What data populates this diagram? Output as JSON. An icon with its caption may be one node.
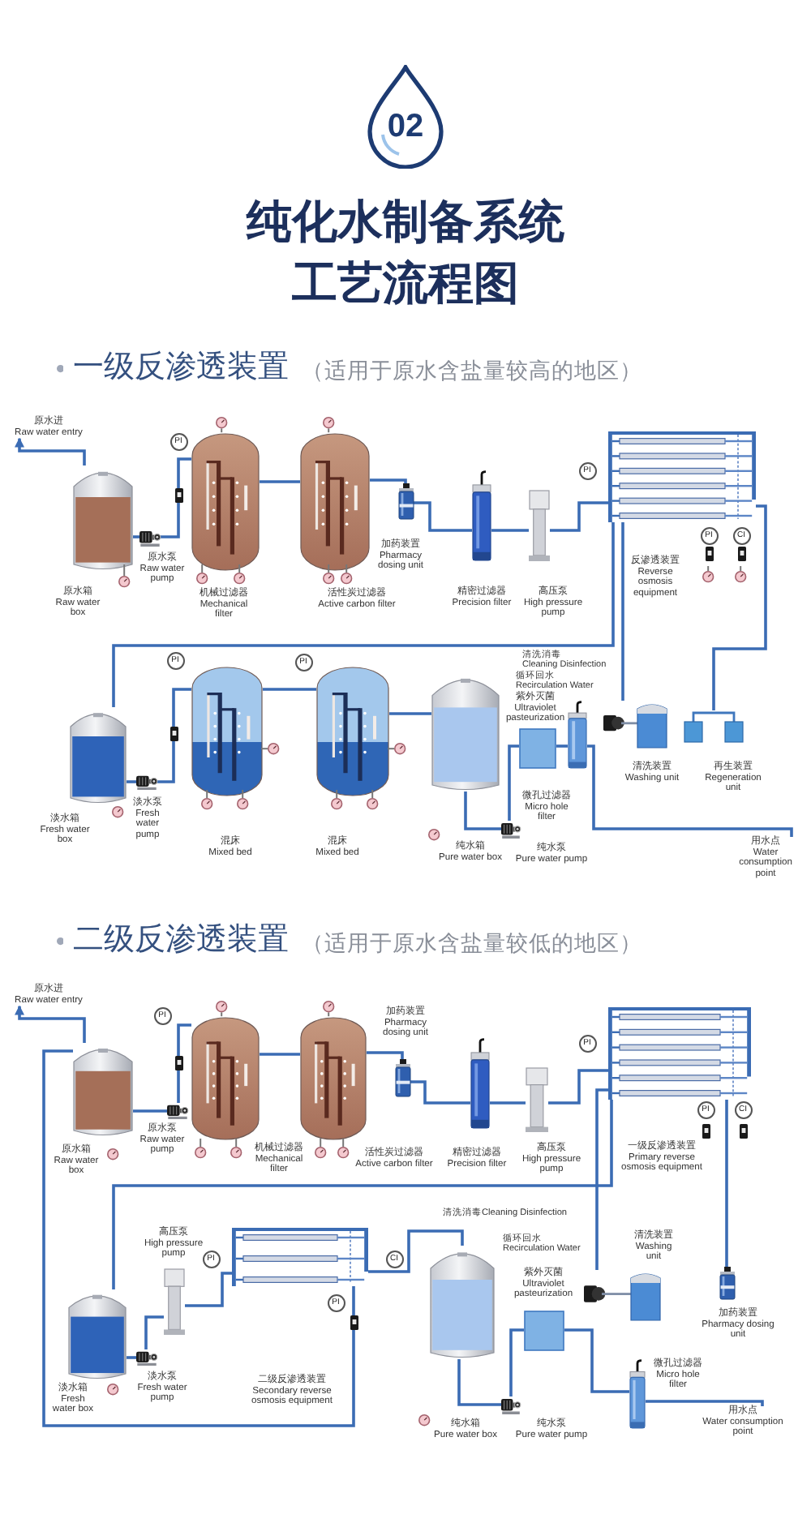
{
  "diagram": {
    "title": "纯化水制备系统工艺流程图",
    "nodes": [
      {
        "text": [
          "02"
        ]
      },
      {
        "text": [
          "原水进",
          "Raw water entry"
        ]
      },
      {
        "text": [],
        "shape": "picture",
        "beside": [
          "原水箱",
          "Raw water box"
        ]
      },
      {
        "text": [],
        "shape": "picture",
        "beside": [
          "原水泵",
          "Raw water pump"
        ]
      },
      {
        "text": [
          "PI"
        ]
      },
      {
        "text": [],
        "shape": "picture",
        "beside": [
          "机械过滤器",
          "Mechanical filter"
        ]
      },
      {
        "text": [],
        "shape": "picture",
        "beside": [
          "活性炭过滤器",
          "Active carbon filter"
        ]
      },
      {
        "text": [],
        "shape": "picture",
        "beside": [
          "加药装置",
          "Pharmacy dosing unit"
        ]
      },
      {
        "text": [],
        "shape": "picture",
        "beside": [
          "精密过滤器",
          "Precision filter"
        ]
      },
      {
        "text": [],
        "shape": "picture",
        "beside": [
          "高压泵",
          "High pressure pump"
        ]
      },
      {
        "text": [
          "PI"
        ]
      },
      {
        "text": [],
        "shape": "picture",
        "beside": [
          "反渗透装置",
          "Reverse osmosis equipment"
        ]
      },
      {
        "text": [
          "PI"
        ]
      },
      {
        "text": [
          "CI"
        ]
      },
      {
        "text": [
          "PI"
        ]
      },
      {
        "text": [],
        "shape": "picture",
        "beside": [
          "淡水箱",
          "Fresh water box"
        ]
      },
      {
        "text": [],
        "shape": "picture",
        "beside": [
          "淡水泵",
          "Fresh water pump"
        ]
      },
      {
        "text": [],
        "shape": "picture",
        "beside": [
          "混床",
          "Mixed bed"
        ]
      },
      {
        "text": [
          "PI"
        ]
      },
      {
        "text": [],
        "shape": "picture",
        "beside": [
          "混床",
          "Mixed bed"
        ]
      },
      {
        "text": [],
        "shape": "picture",
        "beside": [
          "纯水箱",
          "Pure water box"
        ]
      },
      {
        "text": [],
        "shape": "box",
        "beside": [
          "紫外灭菌",
          "Ultraviolet pasteurization"
        ]
      },
      {
        "text": [],
        "shape": "picture",
        "beside": [
          "微孔过滤器",
          "Micro hole filter"
        ]
      },
      {
        "text": [],
        "shape": "picture",
        "beside": [
          "纯水泵",
          "Pure water pump"
        ]
      },
      {
        "text": [],
        "shape": "picture",
        "beside": [
          "清洗装置",
          "Washing unit"
        ]
      },
      {
        "text": [],
        "shape": "picture",
        "beside": [
          "再生装置",
          "Regeneration unit"
        ]
      },
      {
        "text": [
          "用水点",
          "Water consumption point"
        ]
      },
      {
        "text": [
          "原水进",
          "Raw water entry"
        ]
      },
      {
        "text": [],
        "shape": "picture",
        "beside": [
          "原水箱",
          "Raw water box"
        ]
      },
      {
        "text": [
          "PI"
        ]
      },
      {
        "text": [],
        "shape": "picture",
        "beside": [
          "原水泵",
          "Raw water pump"
        ]
      },
      {
        "text": [],
        "shape": "picture",
        "beside": [
          "机械过滤器",
          "Mechanical filter"
        ]
      },
      {
        "text": [],
        "shape": "picture",
        "beside": [
          "活性炭过滤器",
          "Active carbon filter"
        ]
      },
      {
        "text": [],
        "shape": "picture",
        "beside": [
          "加药装置",
          "Pharmacy dosing unit"
        ]
      },
      {
        "text": [],
        "shape": "picture",
        "beside": [
          "精密过滤器",
          "Precision filter"
        ]
      },
      {
        "text": [],
        "shape": "picture",
        "beside": [
          "高压泵",
          "High pressure pump"
        ]
      },
      {
        "text": [
          "PI"
        ]
      },
      {
        "text": [],
        "shape": "picture",
        "beside": [
          "一级反渗透装置",
          "Primary reverse osmosis equipment"
        ]
      },
      {
        "text": [
          "PI"
        ]
      },
      {
        "text": [
          "CI"
        ]
      },
      {
        "text": [],
        "shape": "picture",
        "beside": [
          "高压泵",
          "High pressure pump"
        ]
      },
      {
        "text": [
          "PI"
        ]
      },
      {
        "text": [],
        "shape": "picture",
        "beside": [
          "二级反渗透装置",
          "Secondary reverse osmosis equipment"
        ]
      },
      {
        "text": [
          "CI"
        ]
      },
      {
        "text": [
          "PI"
        ]
      },
      {
        "text": [],
        "shape": "picture",
        "beside": [
          "淡水箱",
          "Fresh water box"
        ]
      },
      {
        "text": [],
        "shape": "picture",
        "beside": [
          "淡水泵",
          "Fresh water pump"
        ]
      },
      {
        "text": [],
        "shape": "picture",
        "beside": [
          "纯水箱",
          "Pure water box"
        ]
      },
      {
        "text": [],
        "shape": "picture",
        "beside": [
          "清洗装置",
          "Washing unit"
        ]
      },
      {
        "text": [],
        "shape": "box",
        "beside": [
          "紫外灭菌",
          "Ultraviolet pasteurization"
        ]
      },
      {
        "text": [],
        "shape": "picture",
        "beside": [
          "加药装置",
          "Pharmacy dosing unit"
        ]
      },
      {
        "text": [],
        "shape": "picture",
        "beside": [
          "微孔过滤器",
          "Micro hole filter"
        ]
      },
      {
        "text": [],
        "shape": "picture",
        "beside": [
          "纯水泵",
          "Pure water pump"
        ]
      },
      {
        "text": [
          "用水点",
          "Water consumption point"
        ]
      }
    ],
    "edges": [
      {
        "from": 2,
        "to": 1,
        "arrow": "to"
      },
      {
        "from": 2,
        "to": 3,
        "arrow": "none"
      },
      {
        "from": 3,
        "to": 5,
        "arrow": "none"
      },
      {
        "from": 5,
        "to": 6,
        "arrow": "none"
      },
      {
        "from": 6,
        "to": 7,
        "arrow": "none"
      },
      {
        "from": 7,
        "to": 8,
        "arrow": "none"
      },
      {
        "from": 8,
        "to": 9,
        "arrow": "none"
      },
      {
        "from": 9,
        "to": 11,
        "arrow": "none"
      },
      {
        "from": 11,
        "to": 15,
        "arrow": "none"
      },
      {
        "from": 15,
        "to": 16,
        "arrow": "none"
      },
      {
        "from": 16,
        "to": 17,
        "arrow": "none"
      },
      {
        "from": 17,
        "to": 19,
        "arrow": "none"
      },
      {
        "from": 19,
        "to": 20,
        "arrow": "none"
      },
      {
        "from": 20,
        "to": 23,
        "arrow": "none"
      },
      {
        "from": 23,
        "to": 21,
        "arrow": "none"
      },
      {
        "from": 21,
        "to": 22,
        "arrow": "none"
      },
      {
        "from": 22,
        "to": 26,
        "arrow": "none"
      },
      {
        "from": 11,
        "to": 24,
        "arrow": "none"
      },
      {
        "from": 11,
        "to": 25,
        "arrow": "none"
      },
      {
        "from": 28,
        "to": 27,
        "arrow": "to"
      },
      {
        "from": 28,
        "to": 30,
        "arrow": "none"
      },
      {
        "from": 30,
        "to": 31,
        "arrow": "none"
      },
      {
        "from": 31,
        "to": 32,
        "arrow": "none"
      },
      {
        "from": 32,
        "to": 33,
        "arrow": "none"
      },
      {
        "from": 33,
        "to": 34,
        "arrow": "none"
      },
      {
        "from": 34,
        "to": 35,
        "arrow": "none"
      },
      {
        "from": 35,
        "to": 37,
        "arrow": "none"
      },
      {
        "from": 37,
        "to": 45,
        "arrow": "none"
      },
      {
        "from": 45,
        "to": 46,
        "arrow": "none"
      },
      {
        "from": 46,
        "to": 40,
        "arrow": "none"
      },
      {
        "from": 40,
        "to": 42,
        "arrow": "none"
      },
      {
        "from": 42,
        "to": 47,
        "arrow": "none"
      },
      {
        "from": 47,
        "to": 52,
        "arrow": "none"
      },
      {
        "from": 52,
        "to": 49,
        "arrow": "none"
      },
      {
        "from": 49,
        "to": 51,
        "arrow": "none"
      },
      {
        "from": 51,
        "to": 53,
        "arrow": "none"
      },
      {
        "from": 37,
        "to": 48,
        "arrow": "none"
      },
      {
        "from": 37,
        "to": 50,
        "arrow": "none"
      },
      {
        "from": 42,
        "to": 28,
        "arrow": "none"
      }
    ],
    "labels": [
      "一级反渗透装置",
      "（适用于原水含盐量较高的地区）",
      "清洗消毒",
      "Cleaning Disinfection",
      "循环回水",
      "Recirculation Water",
      "二级反渗透装置",
      "（适用于原水含盐量较低的地区）",
      "清洗消毒Cleaning Disinfection",
      "循环回水 Recirculation Water"
    ]
  }
}
